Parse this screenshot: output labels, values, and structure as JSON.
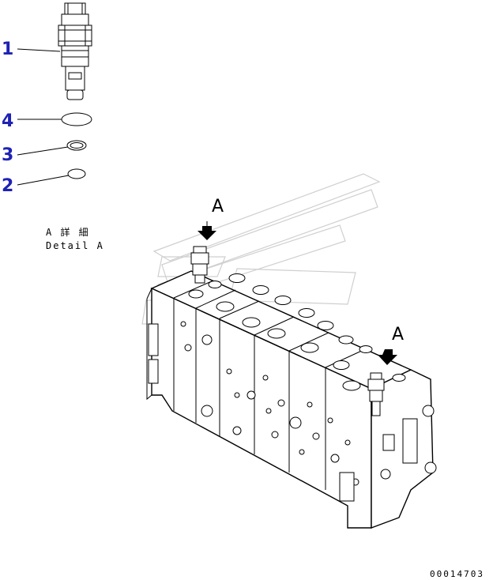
{
  "callouts": {
    "item_1": "1",
    "item_4": "4",
    "item_3": "3",
    "item_2": "2"
  },
  "detail": {
    "title_jp": "A 詳 細",
    "title_en": "Detail A"
  },
  "view_marks": {
    "left": "A",
    "right": "A"
  },
  "drawing_code": "00014703",
  "colors": {
    "callout": "#1e22b4",
    "line": "#000000",
    "watermark": "#cfcfcf"
  }
}
